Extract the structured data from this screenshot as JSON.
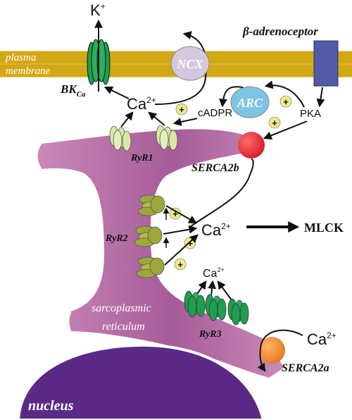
{
  "membrane": {
    "line1": "plasma",
    "line2": "membrane"
  },
  "bk": {
    "main": "BK",
    "sub": "Ca"
  },
  "k_ion": {
    "main": "K",
    "sup": "+"
  },
  "ca_top": {
    "main": "Ca",
    "sup": "2+"
  },
  "ca_mid": {
    "main": "Ca",
    "sup": "2+"
  },
  "ca_low": {
    "main": "Ca",
    "sup": "2+"
  },
  "ca_right": {
    "main": "Ca",
    "sup": "2+"
  },
  "ncx": "NCX",
  "beta": "β-adrenoceptor",
  "arc": "ARC",
  "pka": "PKA",
  "cadpr": "cADPR",
  "plus": "+",
  "ryr1": "RyR1",
  "ryr2": "RyR2",
  "ryr3": "RyR3",
  "serca2b": "SERCA2b",
  "serca2a": "SERCA2a",
  "mlck": "MLCK",
  "sr": {
    "line1": "sarcoplasmic",
    "line2": "reticulum"
  },
  "nucleus": "nucleus",
  "colors": {
    "membrane": "#d2a915",
    "sr": "#b36ba6",
    "nucleus": "#5a2a86",
    "bk": "#1f9e4f",
    "ncx": "#d5c8dc",
    "receptor": "#535aa7",
    "arc": "#7dc3e3",
    "serca2b": "#e5232f",
    "serca2a": "#ef8a2f",
    "plus": "#efe98a",
    "ryr1": "#d9e8a6",
    "ryr2": "#9ea83a",
    "ryr3": "#1f9e4f"
  }
}
